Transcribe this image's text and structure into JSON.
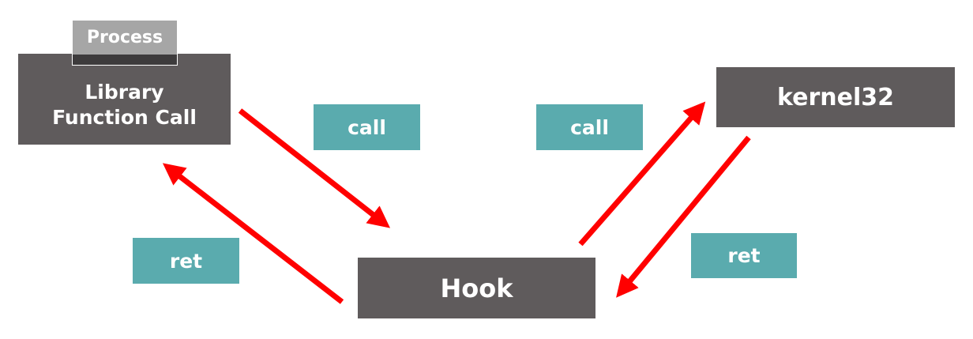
{
  "diagram": {
    "process_label": "Process",
    "library_box": {
      "line1": "Library",
      "line2": "Function Call"
    },
    "kernel_box": "kernel32",
    "hook_box": "Hook",
    "labels": {
      "call_to_hook": "call",
      "call_to_kernel": "call",
      "ret_to_library": "ret",
      "ret_to_hook": "ret"
    },
    "colors": {
      "box": "#5f5b5c",
      "label": "#5aabae",
      "arrow": "#ff0000",
      "process_tab": "#a6a6a6"
    }
  }
}
